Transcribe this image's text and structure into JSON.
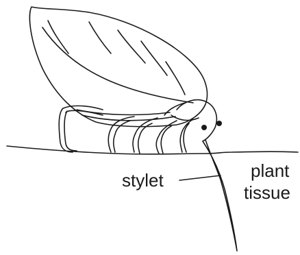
{
  "labels": {
    "plant_tissue_line1": "plant",
    "plant_tissue_line2": "tissue",
    "stylet": "stylet"
  },
  "colors": {
    "ink": "#1a1a1a",
    "background": "#ffffff"
  }
}
